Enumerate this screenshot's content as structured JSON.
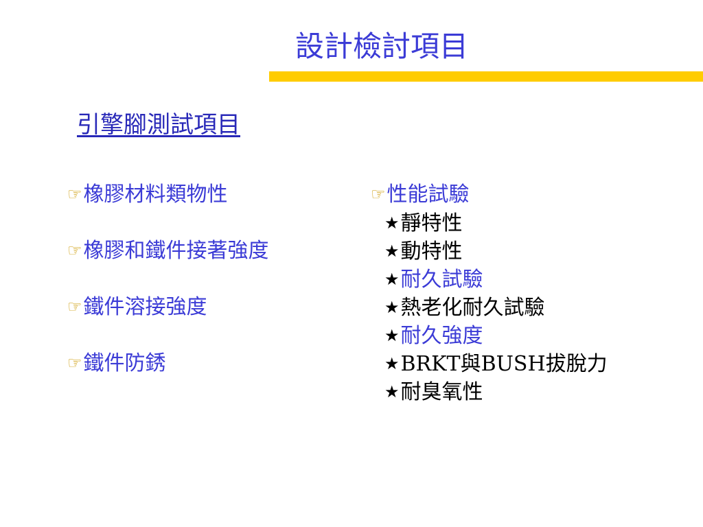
{
  "slide": {
    "title": "設計檢討項目",
    "subtitle": "引擎腳測試項目"
  },
  "colors": {
    "accent_bar": "#ffcc00",
    "title_text": "#3b3bd6",
    "bullet_hand": "#cc9900"
  },
  "icons": {
    "hand": "pointing-hand-icon",
    "star": "star-icon"
  },
  "left_items": [
    "橡膠材料類物性",
    "橡膠和鐵件接著強度",
    "鐵件溶接強度",
    "鐵件防銹"
  ],
  "right_group": {
    "heading": "性能試驗",
    "items": [
      {
        "label": "靜特性",
        "color": "#000000"
      },
      {
        "label": "動特性",
        "color": "#000000"
      },
      {
        "label": "耐久試驗",
        "color": "#3b3bd6"
      },
      {
        "label": "熱老化耐久試驗",
        "color": "#000000"
      },
      {
        "label": "耐久強度",
        "color": "#3b3bd6"
      },
      {
        "label": "BRKT與BUSH拔脫力",
        "color": "#000000"
      },
      {
        "label": "耐臭氧性",
        "color": "#000000"
      }
    ]
  }
}
